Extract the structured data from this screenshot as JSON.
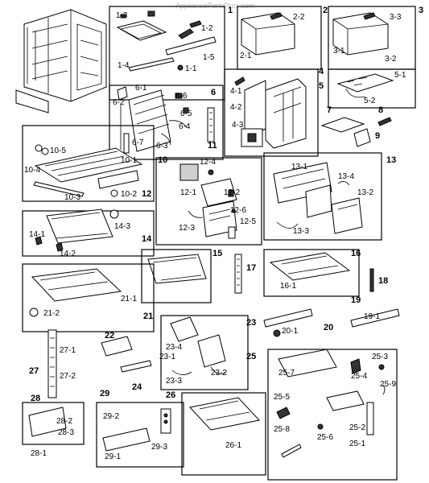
{
  "watermark": "AppliancePartsPros.com",
  "group_numbers": [
    "1",
    "2",
    "3",
    "4",
    "5",
    "6",
    "7",
    "8",
    "9",
    "10",
    "11",
    "12",
    "13",
    "14",
    "15",
    "16",
    "17",
    "18",
    "19",
    "20",
    "21",
    "22",
    "23",
    "24",
    "25",
    "26",
    "27",
    "28",
    "29"
  ],
  "part_labels": {
    "p1_3": "1-3",
    "p1_2": "1-2",
    "p1_4": "1-4",
    "p1_1": "1-1",
    "p1_5": "1-5",
    "p2_2": "2-2",
    "p2_1": "2-1",
    "p3_3": "3-3",
    "p3_1": "3-1",
    "p3_2": "3-2",
    "p4_1": "4-1",
    "p4_2": "4-2",
    "p4_3": "4-3",
    "p5_1": "5-1",
    "p5_2": "5-2",
    "p6_1": "6-1",
    "p6_2": "6-2",
    "p6_6": "6-6",
    "p6_5": "6-5",
    "p6_4": "6-4",
    "p6_3": "6-3",
    "p6_7": "6-7",
    "p10_5": "10-5",
    "p10_4": "10-4",
    "p10_1": "10-1",
    "p10_3": "10-3",
    "p10_2": "10-2",
    "p12_4": "12-4",
    "p12_1": "12-1",
    "p12_2": "12-2",
    "p12_6": "12-6",
    "p12_3": "12-3",
    "p12_5": "12-5",
    "p13_1": "13-1",
    "p13_4": "13-4",
    "p13_2": "13-2",
    "p13_3": "13-3",
    "p14_3": "14-3",
    "p14_1": "14-1",
    "p14_2": "14-2",
    "p16_1": "16-1",
    "p19_1": "19-1",
    "p20_1": "20-1",
    "p21_1": "21-1",
    "p21_2": "21-2",
    "p23_4": "23-4",
    "p23_1": "23-1",
    "p23_3": "23-3",
    "p23_2": "23-2",
    "p25_7": "25-7",
    "p25_3": "25-3",
    "p25_4": "25-4",
    "p25_9": "25-9",
    "p25_5": "25-5",
    "p25_2": "25-2",
    "p25_8": "25-8",
    "p25_6": "25-6",
    "p25_1": "25-1",
    "p26_1": "26-1",
    "p27_1": "27-1",
    "p27_2": "27-2",
    "p28_2": "28-2",
    "p28_3": "28-3",
    "p28_1": "28-1",
    "p29_2": "29-2",
    "p29_3": "29-3",
    "p29_1": "29-1"
  }
}
